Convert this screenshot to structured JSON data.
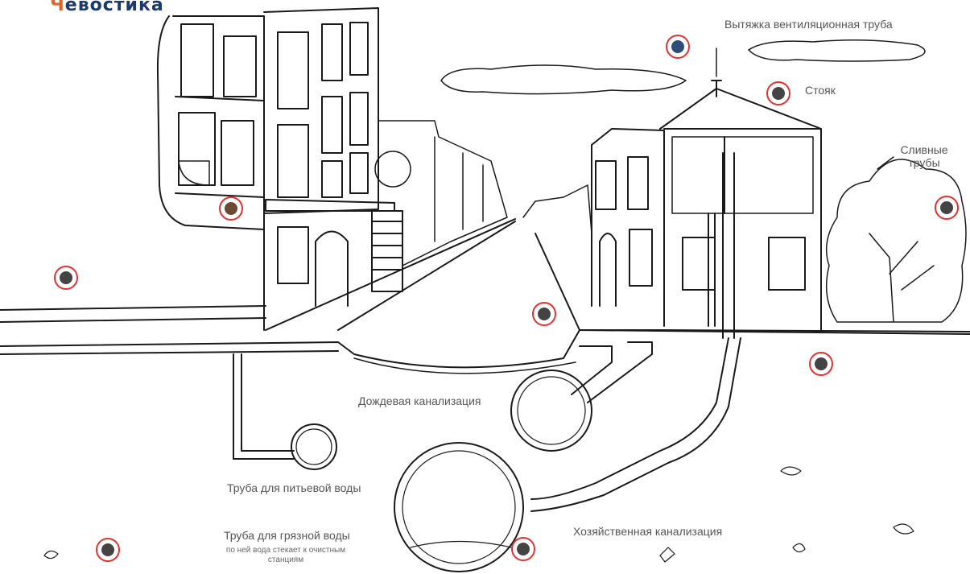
{
  "logo": {
    "prefix": "Ч",
    "text": "евостика"
  },
  "labels": {
    "vent_pipe": "Вытяжка вентиляционная труба",
    "riser": "Стояк",
    "drain_pipes": "Сливные трубы",
    "storm_sewer": "Дождевая канализация",
    "drinking_pipe": "Труба для питьевой воды",
    "dirty_pipe": "Труба для грязной воды",
    "dirty_pipe_note": "по ней вода стекает к очистным станциям",
    "household_sewer": "Хозяйственная канализация"
  },
  "colors": {
    "ink": "#1a1a1a",
    "hotspot_ring": "#dd3333",
    "hotspot_dark": "#3a3a3a",
    "hotspot_blue": "#2d4f77",
    "hotspot_brown": "#6b4a35"
  },
  "hotspots": [
    {
      "id": "hs-1",
      "icon": "info-hotspot",
      "tone": "blue"
    },
    {
      "id": "hs-2",
      "icon": "info-hotspot",
      "tone": "dark"
    },
    {
      "id": "hs-3",
      "icon": "info-hotspot",
      "tone": "dark"
    },
    {
      "id": "hs-4",
      "icon": "info-hotspot",
      "tone": "brown"
    },
    {
      "id": "hs-5",
      "icon": "info-hotspot",
      "tone": "dark"
    },
    {
      "id": "hs-6",
      "icon": "info-hotspot",
      "tone": "dark"
    },
    {
      "id": "hs-7",
      "icon": "info-hotspot",
      "tone": "dark"
    },
    {
      "id": "hs-8",
      "icon": "info-hotspot",
      "tone": "dark"
    },
    {
      "id": "hs-9",
      "icon": "info-hotspot",
      "tone": "dark"
    }
  ]
}
